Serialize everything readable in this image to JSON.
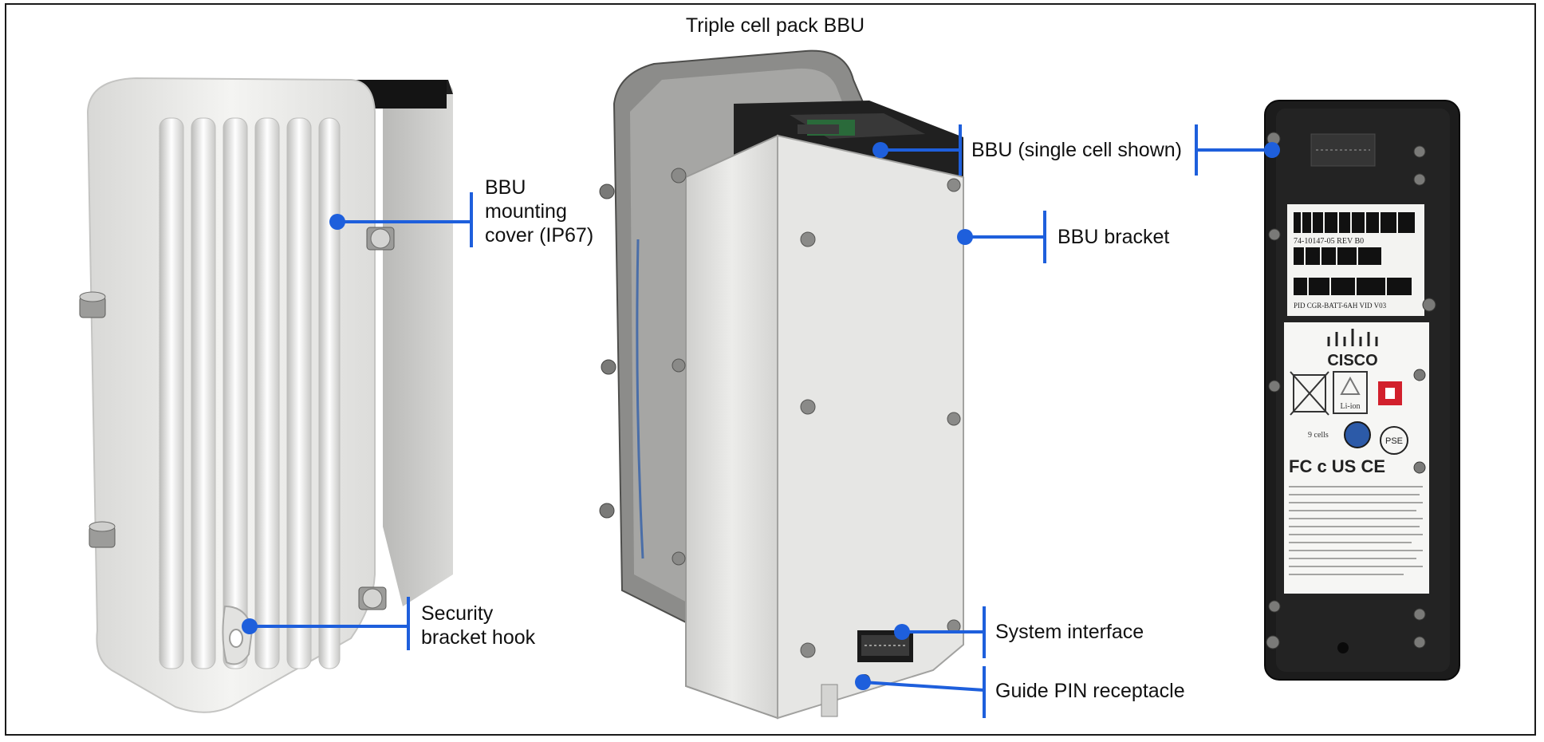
{
  "title": "Triple cell pack BBU",
  "callouts": {
    "mounting_cover": [
      "BBU",
      "mounting",
      "cover (IP67)"
    ],
    "security_hook": [
      "Security",
      "bracket hook"
    ],
    "bbu_single": "BBU (single cell shown)",
    "bbu_bracket": "BBU bracket",
    "system_interface": "System interface",
    "guide_pin": "Guide PIN receptacle"
  },
  "cisco_label": {
    "brand": "CISCO",
    "part_number": "74-10147-05 REV B0",
    "pid": "PID CGR-BATT-6AH VID V03",
    "cells": "9 cells",
    "li_ion": "Li-ion",
    "pse": "PSE",
    "cert": "FC c US CE"
  },
  "colors": {
    "callout": "#1e5fdc",
    "frame": "#1a1a1a",
    "cover": "#eeeeec",
    "housing": "#c9c9c7",
    "battery": "#1c1c1c"
  }
}
